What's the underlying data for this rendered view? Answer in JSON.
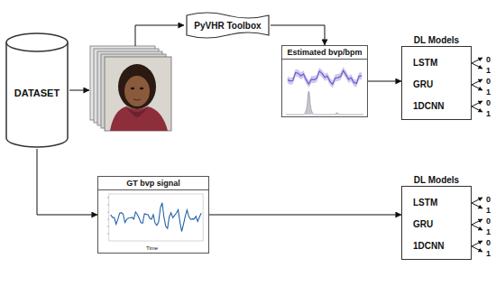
{
  "diagram": {
    "nodes": [
      {
        "text": [
          "DATASET"
        ]
      },
      {
        "text": [
          "PyVHR Toolbox"
        ]
      },
      {
        "text": [
          "Estimated bvp/bpm"
        ]
      },
      {
        "text": [
          "DL Models",
          "LSTM",
          "GRU",
          "1DCNN"
        ]
      },
      {
        "text": [
          "GT bvp signal"
        ]
      },
      {
        "text": [
          "DL Models",
          "LSTM",
          "GRU",
          "1DCNN"
        ]
      }
    ],
    "edges": [
      {
        "from": 1,
        "to": 2,
        "arrow": "to"
      },
      {
        "from": 2,
        "to": 3,
        "arrow": "to"
      },
      {
        "from": 0,
        "to": 4,
        "arrow": "to"
      },
      {
        "from": 4,
        "to": 5,
        "arrow": "to"
      }
    ],
    "labels": [
      "0",
      "1",
      "0",
      "1",
      "0",
      "1",
      "0",
      "1",
      "0",
      "1",
      "0",
      "1",
      "Time"
    ]
  }
}
